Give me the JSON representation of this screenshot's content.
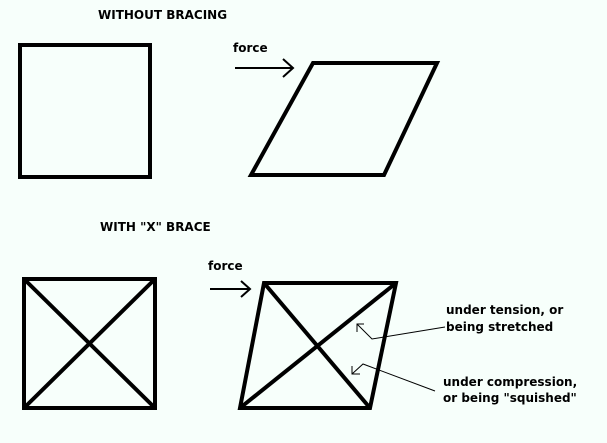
{
  "titles": {
    "without": "WITHOUT BRACING",
    "with": "WITH \"X\" BRACE"
  },
  "labels": {
    "force_top": "force",
    "force_bottom": "force",
    "tension_line1": "under tension, or",
    "tension_line2": "being stretched",
    "compression_line1": "under compression,",
    "compression_line2": "or being \"squished\""
  },
  "colors": {
    "ink": "#000000",
    "background": "#f7fffb"
  }
}
